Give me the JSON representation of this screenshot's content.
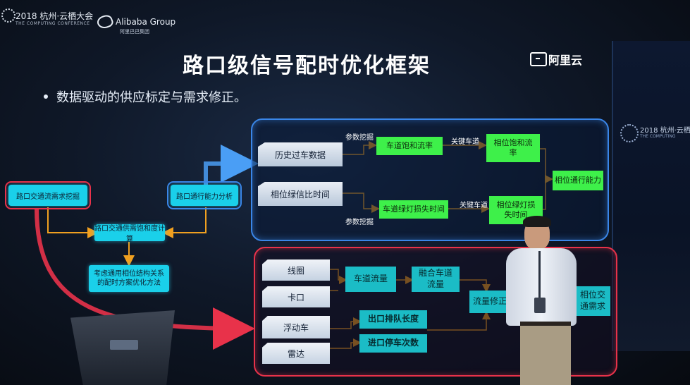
{
  "event": {
    "line1": "2018 杭州·云栖大会",
    "line2": "THE COMPUTING CONFERENCE",
    "sponsor": "Alibaba Group",
    "sponsor_cn": "阿里巴巴集团",
    "right_screen_line1": "2018 杭州·云栖",
    "right_screen_line2": "THE COMPUTING"
  },
  "brand": {
    "logo_text": "阿里云"
  },
  "slide": {
    "title": "路口级信号配时优化框架",
    "bullet": "数据驱动的供应标定与需求修正。",
    "left": {
      "demand_mining": "路口交通流需求挖掘",
      "capacity_analysis": "路口通行能力分析",
      "saturation_calc": "路口交通供需饱和度计算",
      "method": "考虑通用相位结构关系的配时方案优化方法"
    },
    "top_panel": {
      "history": "历史过车数据",
      "phase_ratio": "相位绿信比时间",
      "param_mining_top": "参数挖掘",
      "param_mining_bottom": "参数挖掘",
      "lane_saturation": "车道饱和流率",
      "lane_green_loss": "车道绿灯损失时间",
      "key_lane_top": "关键车道",
      "key_lane_bottom": "关键车道",
      "phase_saturation": "相位饱和流率",
      "phase_green_loss": "相位绿灯损失时间",
      "phase_capacity": "相位通行能力"
    },
    "bottom_panel": {
      "sources": [
        "线圈",
        "卡口",
        "浮动车",
        "雷达"
      ],
      "lane_flow": "车道流量",
      "fused_lane_flow": "融合车道流量",
      "exit_queue": "出口排队长度",
      "exit_stops": "进口停车次数",
      "flow_correction": "流量修正",
      "phase_demand": "相位交通需求"
    }
  },
  "colors": {
    "cyan": "#1ad0ea",
    "green": "#3ef04a",
    "teal": "#1bbcc6",
    "panel_blue": "#3a86e8",
    "panel_red": "#e8324a",
    "arrow_orange": "#f0a020"
  }
}
